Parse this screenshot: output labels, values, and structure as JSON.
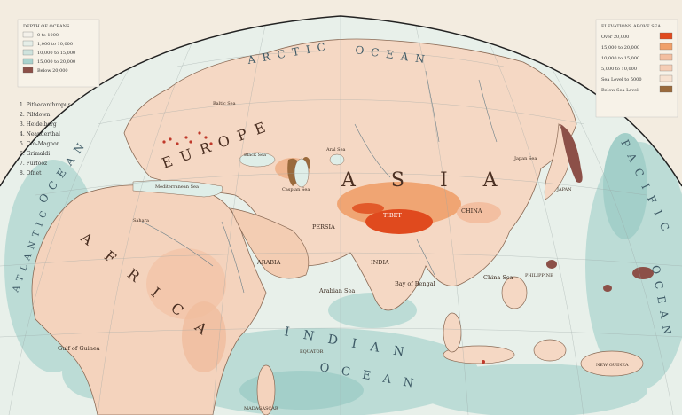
{
  "depth_legend": {
    "title": "DEPTH OF OCEANS",
    "items": [
      {
        "label": "0 to 1000",
        "color": "#f4f1ea"
      },
      {
        "label": "1,000 to 10,000",
        "color": "#e6eee8"
      },
      {
        "label": "10,000 to 15,000",
        "color": "#cfe3dd"
      },
      {
        "label": "15,000 to 20,000",
        "color": "#a9d2cd"
      },
      {
        "label": "Below 20,000",
        "color": "#8c5048"
      }
    ]
  },
  "elevation_legend": {
    "title": "ELEVATIONS ABOVE SEA",
    "items": [
      {
        "label": "Over 20,000",
        "color": "#e04a1e"
      },
      {
        "label": "15,000 to 20,000",
        "color": "#f0a06a"
      },
      {
        "label": "10,000 to 15,000",
        "color": "#f3bfa1"
      },
      {
        "label": "5,000 to 10,000",
        "color": "#f5cdb5"
      },
      {
        "label": "Sea Level to 5000",
        "color": "#f7e2d1"
      },
      {
        "label": "Below Sea Level",
        "color": "#9a6a3c"
      }
    ]
  },
  "sites_list": [
    "1. Pithecanthropus",
    "2. Piltdown",
    "3. Heidelberg",
    "4. Neanderthal",
    "5. Cro-Magnon",
    "6. Grimaldi",
    "7. Furfooz",
    "8. Ofnet"
  ],
  "labels": {
    "arctic": "ARCTIC",
    "ocean_north": "OCEAN",
    "europe": "EUROPE",
    "asia": "ASIA",
    "africa": "AFRICA",
    "indian": "INDIAN",
    "ocean_south": "OCEAN",
    "atlantic_ocean": "OCEAN",
    "atlantic_south": "ATLANTIC",
    "pacific": "PACIFIC",
    "pacific_ocean": "OCEAN",
    "persia": "PERSIA",
    "arabia": "ARABIA",
    "india": "INDIA",
    "china": "CHINA",
    "tibet": "TIBET",
    "arabian_sea": "Arabian Sea",
    "bay_of_bengal": "Bay of Bengal",
    "china_sea": "China Sea",
    "philippine": "PHILIPPINE",
    "equator": "EQUATOR",
    "gulf_of_guinea": "Gulf of Guinea",
    "madagascar": "MADAGASCAR",
    "new_guinea": "NEW GUINEA",
    "aral_sea": "Aral Sea",
    "caspian": "Caspian Sea",
    "mediterranean": "Mediterranean Sea",
    "black_sea": "Black Sea",
    "sahara": "Sahara",
    "japan_sea": "Japan Sea",
    "japan": "JAPAN",
    "baltic": "Baltic Sea"
  }
}
